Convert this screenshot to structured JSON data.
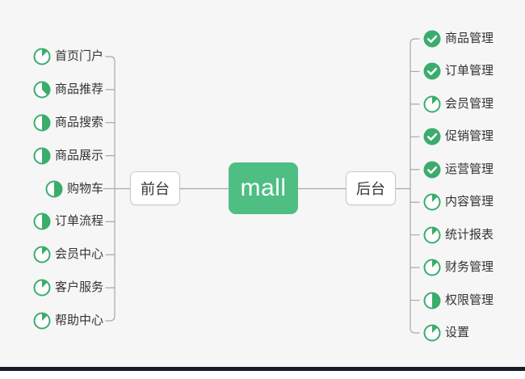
{
  "app": {
    "background": "#f6f6f7",
    "line_color": "#a8a8a8",
    "bottom_bar_color": "#141d29",
    "bottom_strip_color": "#ffffff"
  },
  "root": {
    "label": "mall",
    "fill": "#4ebe83",
    "text_color": "#ffffff"
  },
  "left_branch": {
    "label": "前台",
    "items": [
      {
        "label": "首页门户",
        "progress": 0.125
      },
      {
        "label": "商品推荐",
        "progress": 0.375
      },
      {
        "label": "商品搜索",
        "progress": 0.5
      },
      {
        "label": "商品展示",
        "progress": 0.5
      },
      {
        "label": "购物车",
        "progress": 0.5
      },
      {
        "label": "订单流程",
        "progress": 0.5
      },
      {
        "label": "会员中心",
        "progress": 0.125
      },
      {
        "label": "客户服务",
        "progress": 0.125
      },
      {
        "label": "帮助中心",
        "progress": 0.125
      }
    ]
  },
  "right_branch": {
    "label": "后台",
    "items": [
      {
        "label": "商品管理",
        "progress": 1
      },
      {
        "label": "订单管理",
        "progress": 1
      },
      {
        "label": "会员管理",
        "progress": 0.125
      },
      {
        "label": "促销管理",
        "progress": 1
      },
      {
        "label": "运营管理",
        "progress": 1
      },
      {
        "label": "内容管理",
        "progress": 0.125
      },
      {
        "label": "统计报表",
        "progress": 0.125
      },
      {
        "label": "财务管理",
        "progress": 0.125
      },
      {
        "label": "权限管理",
        "progress": 0.5
      },
      {
        "label": "设置",
        "progress": 0.125
      }
    ]
  },
  "icons": {
    "progress_green": "#3aad6c",
    "check_mark_color": "#ffffff",
    "pie_background": "#ffffff"
  }
}
